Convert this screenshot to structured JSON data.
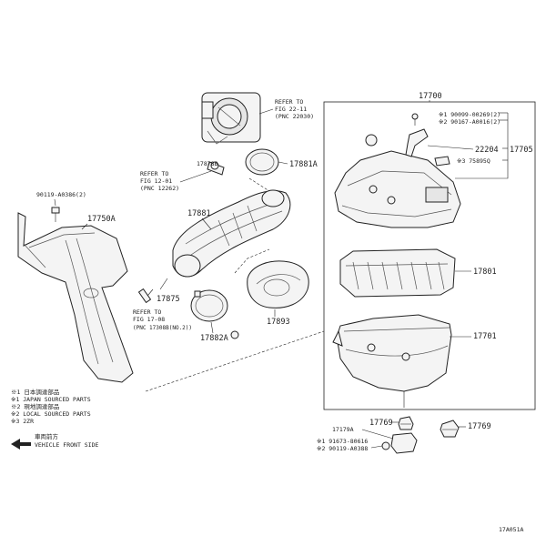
{
  "refs": {
    "fig_22_11": [
      "REFER TO",
      "FIG 22-11",
      "(PNC 22030)"
    ],
    "fig_12_01": [
      "REFER TO",
      "FIG 12-01",
      "(PNC 12262)"
    ],
    "fig_17_08": [
      "REFER TO",
      "FIG 17-08",
      "(PNC 17308B(NO.2))"
    ]
  },
  "parts": {
    "p17700": "17700",
    "p90099": "※1 90099-00269(2)",
    "p90167": "※2 90167-A0016(2)",
    "p22204": "22204",
    "p17705": "17705",
    "p75895": "※3 75895Q",
    "p17878": "17878B",
    "p17881a": "17881A",
    "p90119": "90119-A0386(2)",
    "p17750a": "17750A",
    "p17881": "17881",
    "p17801": "17801",
    "p17875": "17875",
    "p17882a": "17882A",
    "p17893": "17893",
    "p17701": "17701",
    "p17769a": "17769",
    "p17769b": "17769",
    "p17179a": "17179A",
    "p91673": "※1 91673-80616",
    "p90119b": "※2 90119-A0388"
  },
  "legend": [
    "※1 日本調達部品",
    "※1 JAPAN SOURCED PARTS",
    "※2 現地調達部品",
    "※2 LOCAL SOURCED PARTS",
    "※3 2ZR"
  ],
  "arrow": [
    "車両前方",
    "VEHICLE FRONT SIDE"
  ],
  "code": "17A051A"
}
